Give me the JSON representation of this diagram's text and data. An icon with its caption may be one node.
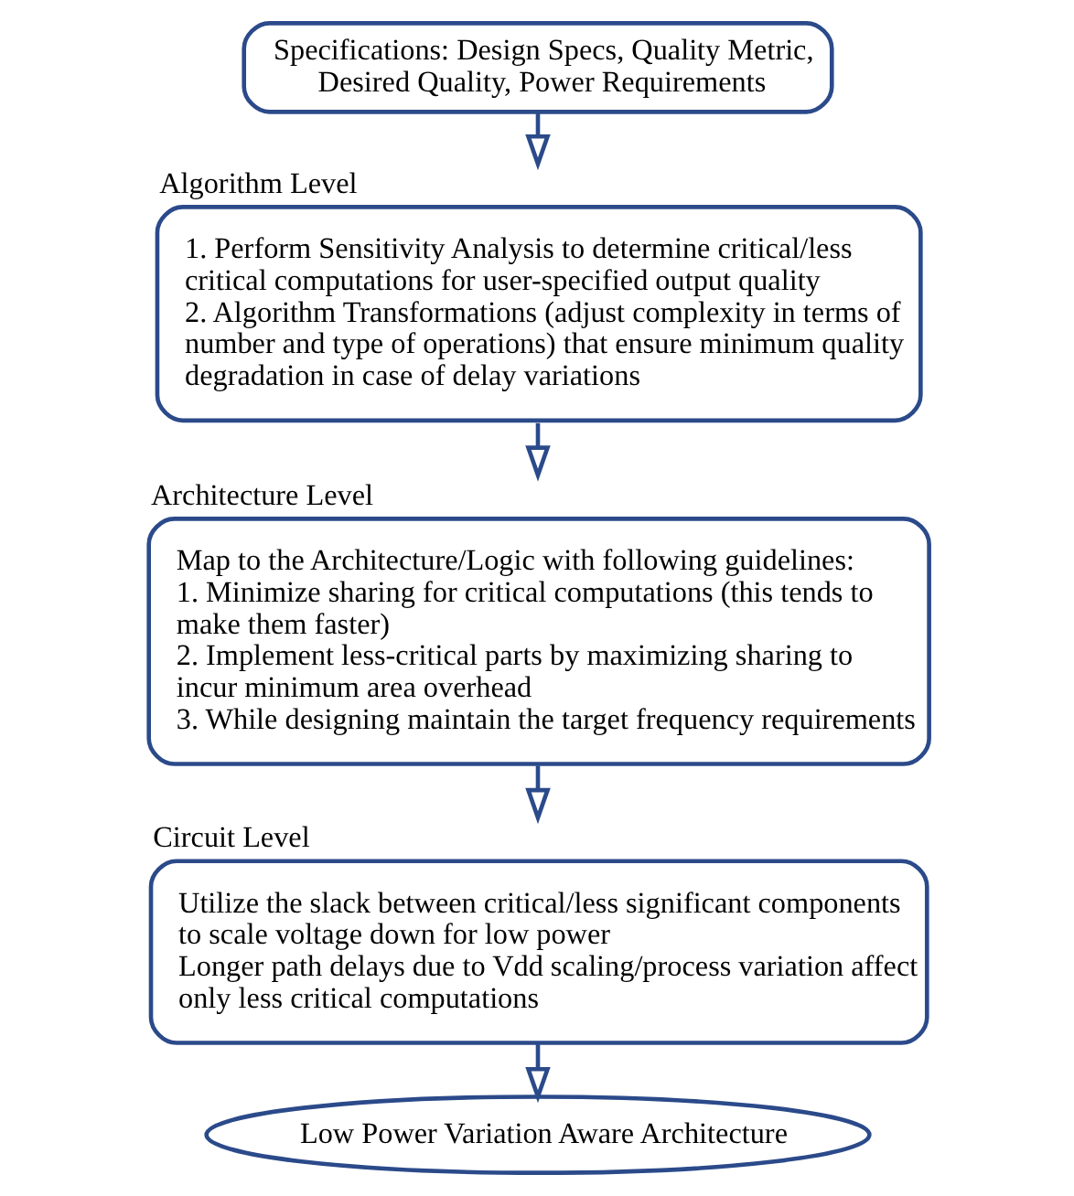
{
  "diagram": {
    "nodes": [
      {
        "text": [
          "Specifications: Design Specs, Quality Metric, Desired Quality, Power Requirements"
        ]
      },
      {
        "text": [
          "Algorithm Level",
          "1. Perform Sensitivity Analysis to determine critical/less critical computations for user-specified output quality",
          "2. Algorithm Transformations (adjust complexity in terms of number and type of operations) that ensure minimum quality degradation in case of delay variations"
        ]
      },
      {
        "text": [
          "Architecture Level",
          "Map to the Architecture/Logic with following guidelines:",
          "1. Minimize sharing for critical computations (this tends to make them faster)",
          "2. Implement less-critical parts by maximizing sharing to incur minimum area overhead",
          "3. While designing maintain the target frequency requirements"
        ]
      },
      {
        "text": [
          "Circuit Level",
          "Utilize the slack between critical/less significant components to scale voltage down for low power",
          "Longer path delays due to Vdd scaling/process variation affect only less critical computations"
        ]
      },
      {
        "text": [
          "Low Power Variation Aware Architecture"
        ]
      }
    ],
    "edges": [
      {
        "from": 0,
        "to": 1,
        "arrow": "to"
      },
      {
        "from": 1,
        "to": 2,
        "arrow": "to"
      },
      {
        "from": 2,
        "to": 3,
        "arrow": "to"
      },
      {
        "from": 3,
        "to": 4,
        "arrow": "to"
      }
    ]
  }
}
